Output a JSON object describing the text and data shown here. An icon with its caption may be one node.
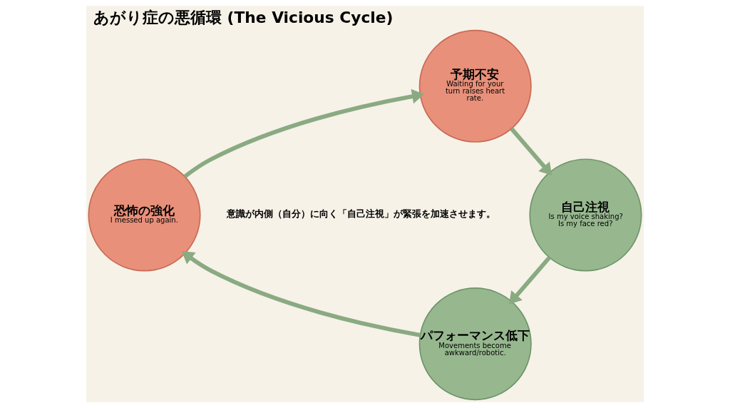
{
  "diagram": {
    "title": "あがり症の悪循環 (The Vicious Cycle)",
    "nodes": [
      {
        "text": [
          "予期不安",
          "Waiting for your turn raises heart rate."
        ]
      },
      {
        "text": [
          "自己注視",
          "Is my voice shaking? Is my face red?"
        ]
      },
      {
        "text": [
          "パフォーマンス低下",
          "Movements become awkward/robotic."
        ]
      },
      {
        "text": [
          "恐怖の強化",
          "I messed up again."
        ]
      }
    ],
    "edges": [
      {
        "from": 0,
        "to": 1,
        "arrow": "to"
      },
      {
        "from": 1,
        "to": 2,
        "arrow": "to"
      },
      {
        "from": 2,
        "to": 3,
        "arrow": "to"
      },
      {
        "from": 3,
        "to": 0,
        "arrow": "to"
      }
    ],
    "labels": [
      "意識が内側（自分）に向く「自己注視」が緊張を加速させます。"
    ]
  }
}
